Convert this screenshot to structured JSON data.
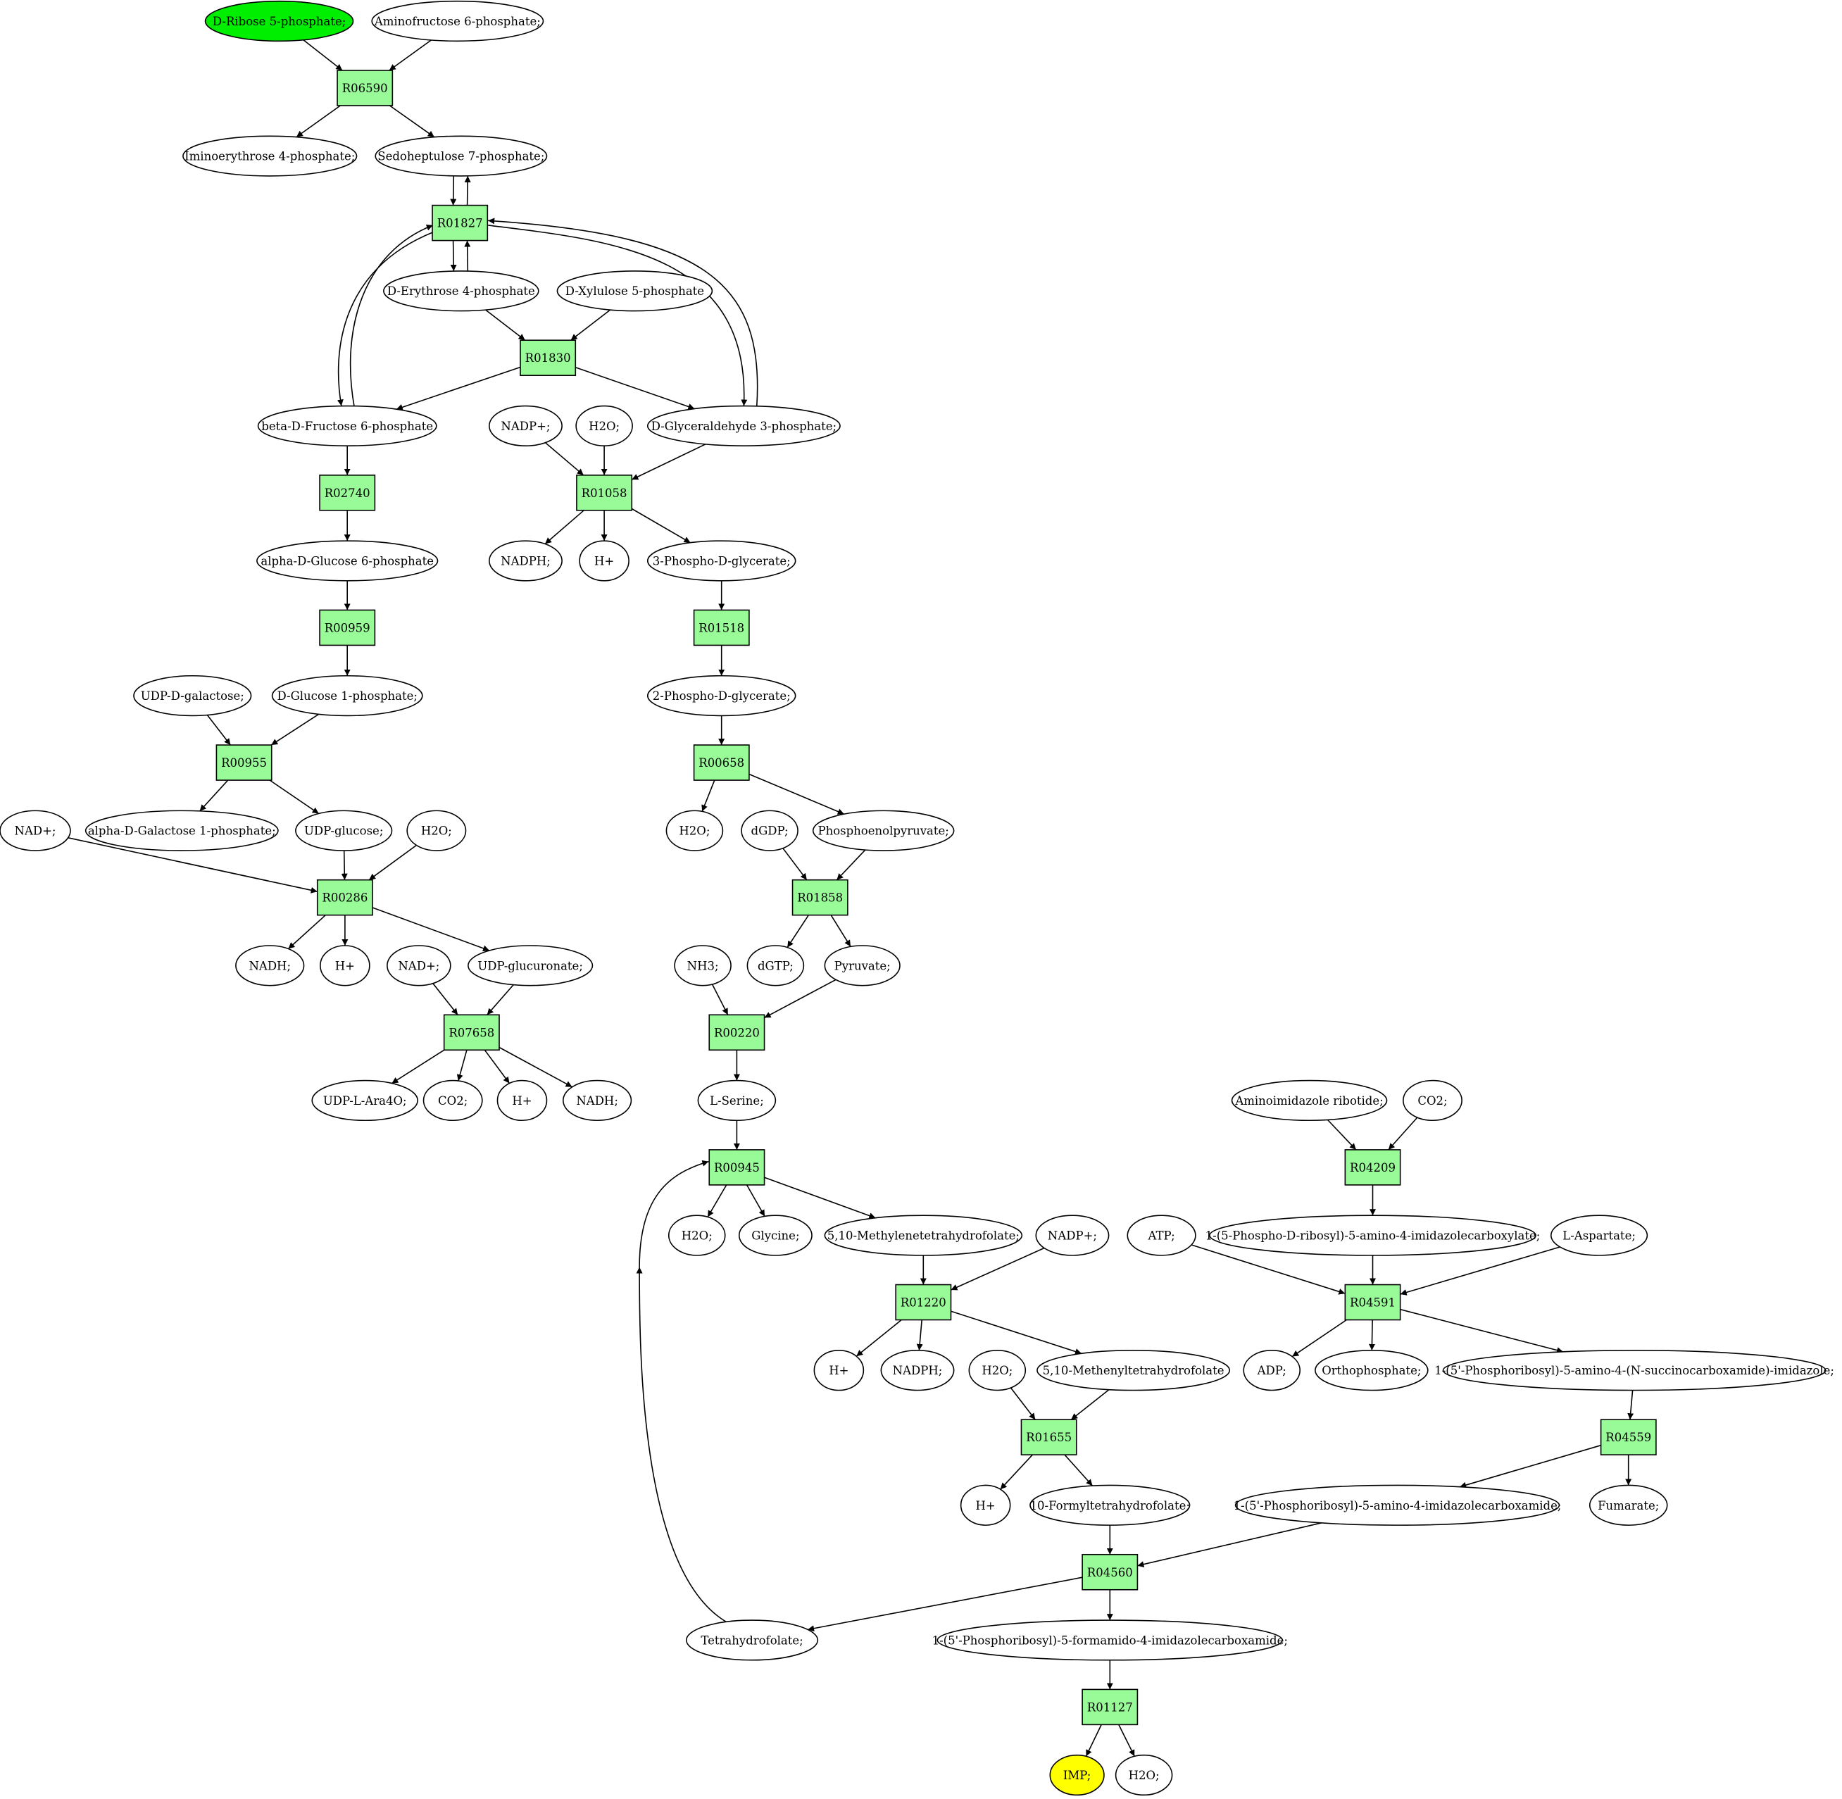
{
  "colors": {
    "reaction_fill": "#98fb98",
    "start_fill": "#00ee00",
    "end_fill": "#ffff00",
    "compound_fill": "#ffffff",
    "stroke": "#000000"
  },
  "compounds": {
    "ribose5p": "D-Ribose 5-phosphate;",
    "aminofructose6p": "Aminofructose 6-phosphate;",
    "iminoerythrose4p": "Iminoerythrose 4-phosphate;",
    "sedoheptulose7p": "Sedoheptulose 7-phosphate;",
    "erythrose4p": "D-Erythrose 4-phosphate",
    "xylulose5p": "D-Xylulose 5-phosphate",
    "fructose6p": "beta-D-Fructose 6-phosphate",
    "nadp_1": "NADP+;",
    "h2o_1": "H2O;",
    "gap": "D-Glyceraldehyde 3-phosphate;",
    "glucose6p": "alpha-D-Glucose 6-phosphate",
    "nadph_1": "NADPH;",
    "hplus_1": "H+",
    "pg3": "3-Phospho-D-glycerate;",
    "udpgal": "UDP-D-galactose;",
    "glucose1p": "D-Glucose 1-phosphate;",
    "pg2": "2-Phospho-D-glycerate;",
    "nad_1": "NAD+;",
    "galactose1p": "alpha-D-Galactose 1-phosphate;",
    "udpglucose": "UDP-glucose;",
    "h2o_2": "H2O;",
    "h2o_3": "H2O;",
    "dgdp": "dGDP;",
    "pep": "Phosphoenolpyruvate;",
    "nadh_1": "NADH;",
    "hplus_2": "H+",
    "nad_2": "NAD+;",
    "udpglucuronate": "UDP-glucuronate;",
    "nh3": "NH3;",
    "dgtp": "dGTP;",
    "pyruvate": "Pyruvate;",
    "udparabinose": "UDP-L-Ara4O;",
    "co2_1": "CO2;",
    "hplus_3": "H+",
    "nadh_2": "NADH;",
    "serine": "L-Serine;",
    "air": "Aminoimidazole ribotide;",
    "co2_2": "CO2;",
    "h2o_4": "H2O;",
    "glycine": "Glycine;",
    "methylenethf": "5,10-Methylenetetrahydrofolate;",
    "nadp_2": "NADP+;",
    "atp": "ATP;",
    "cair": "1-(5-Phospho-D-ribosyl)-5-amino-4-imidazolecarboxylate;",
    "aspartate": "L-Aspartate;",
    "hplus_4": "H+",
    "nadph_2": "NADPH;",
    "h2o_5": "H2O;",
    "methenylthf": "5,10-Methenyltetrahydrofolate",
    "adp": "ADP;",
    "orthophosphate": "Orthophosphate;",
    "saicar": "1-(5'-Phosphoribosyl)-5-amino-4-(N-succinocarboxamide)-imidazole;",
    "hplus_5": "H+",
    "formylthf": "10-Formyltetrahydrofolate;",
    "aicar": "1-(5'-Phosphoribosyl)-5-amino-4-imidazolecarboxamide;",
    "fumarate": "Fumarate;",
    "thf": "Tetrahydrofolate;",
    "faicar": "1-(5'-Phosphoribosyl)-5-formamido-4-imidazolecarboxamide;",
    "imp": "IMP;",
    "h2o_6": "H2O;"
  },
  "reactions": {
    "R06590": "R06590",
    "R01827": "R01827",
    "R01830": "R01830",
    "R02740": "R02740",
    "R01058": "R01058",
    "R00959": "R00959",
    "R01518": "R01518",
    "R00955": "R00955",
    "R00658": "R00658",
    "R00286": "R00286",
    "R01858": "R01858",
    "R07658": "R07658",
    "R00220": "R00220",
    "R04209": "R04209",
    "R00945": "R00945",
    "R01220": "R01220",
    "R04591": "R04591",
    "R01655": "R01655",
    "R04559": "R04559",
    "R04560": "R04560",
    "R01127": "R01127"
  },
  "highlight": {
    "start": "ribose5p",
    "end": "imp"
  }
}
